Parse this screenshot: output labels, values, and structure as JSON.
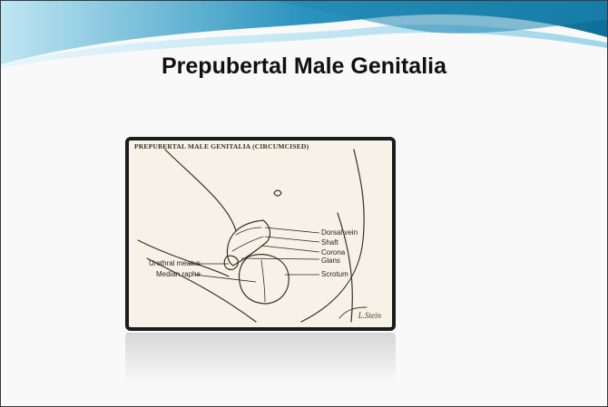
{
  "slide": {
    "title": "Prepubertal Male Genitalia"
  },
  "figure": {
    "caption": "Prepubertal Male Genitalia (Circumcised)",
    "labels": {
      "dorsal_vein": "Dorsal vein",
      "shaft": "Shaft",
      "corona": "Corona",
      "glans": "Glans",
      "scrotum": "Scrotum",
      "urethral_meatus": "Urethral meatus",
      "median_raphe": "Median raphe"
    },
    "signature": "L.Stein"
  },
  "colors": {
    "banner_dark": "#1a7fa8",
    "banner_light": "#8fd0e8",
    "illustration_ink": "#3b2e22",
    "illustration_paper": "#f7f2e7"
  }
}
